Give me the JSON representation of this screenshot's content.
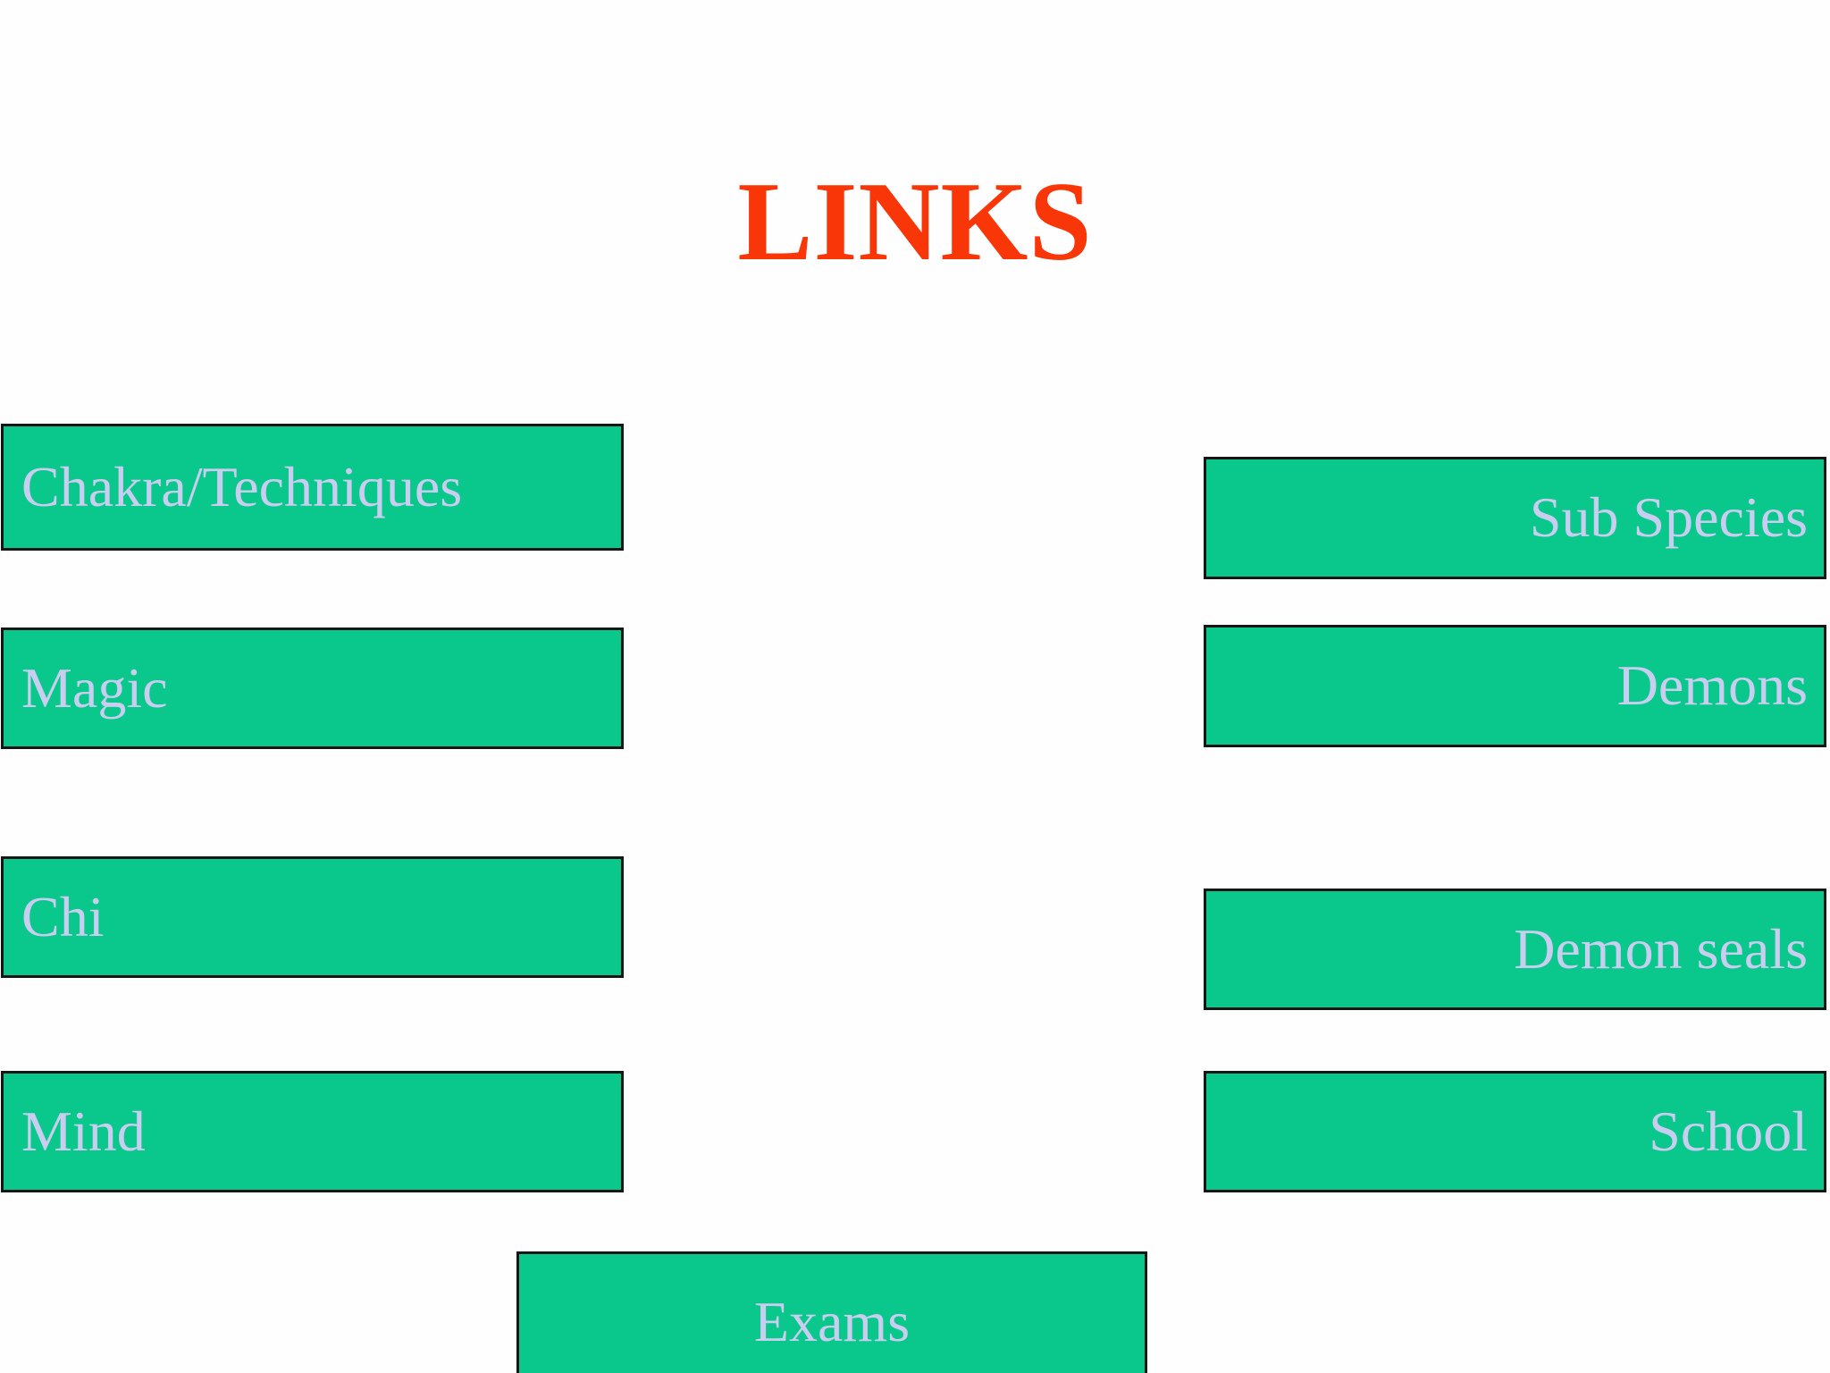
{
  "title": {
    "text": "LINKS"
  },
  "colors": {
    "page_bg": "#fefefe",
    "title_color": "#f93608",
    "box_bg": "#0ac78c",
    "box_border": "#151515",
    "box_text": "#c9cdf0"
  },
  "links": {
    "left": [
      {
        "label": "Chakra/Techniques"
      },
      {
        "label": "Magic"
      },
      {
        "label": "Chi"
      },
      {
        "label": "Mind"
      }
    ],
    "right": [
      {
        "label": "Sub Species"
      },
      {
        "label": "Demons"
      },
      {
        "label": "Demon seals"
      },
      {
        "label": "School"
      }
    ],
    "bottom": [
      {
        "label": "Exams"
      }
    ]
  }
}
